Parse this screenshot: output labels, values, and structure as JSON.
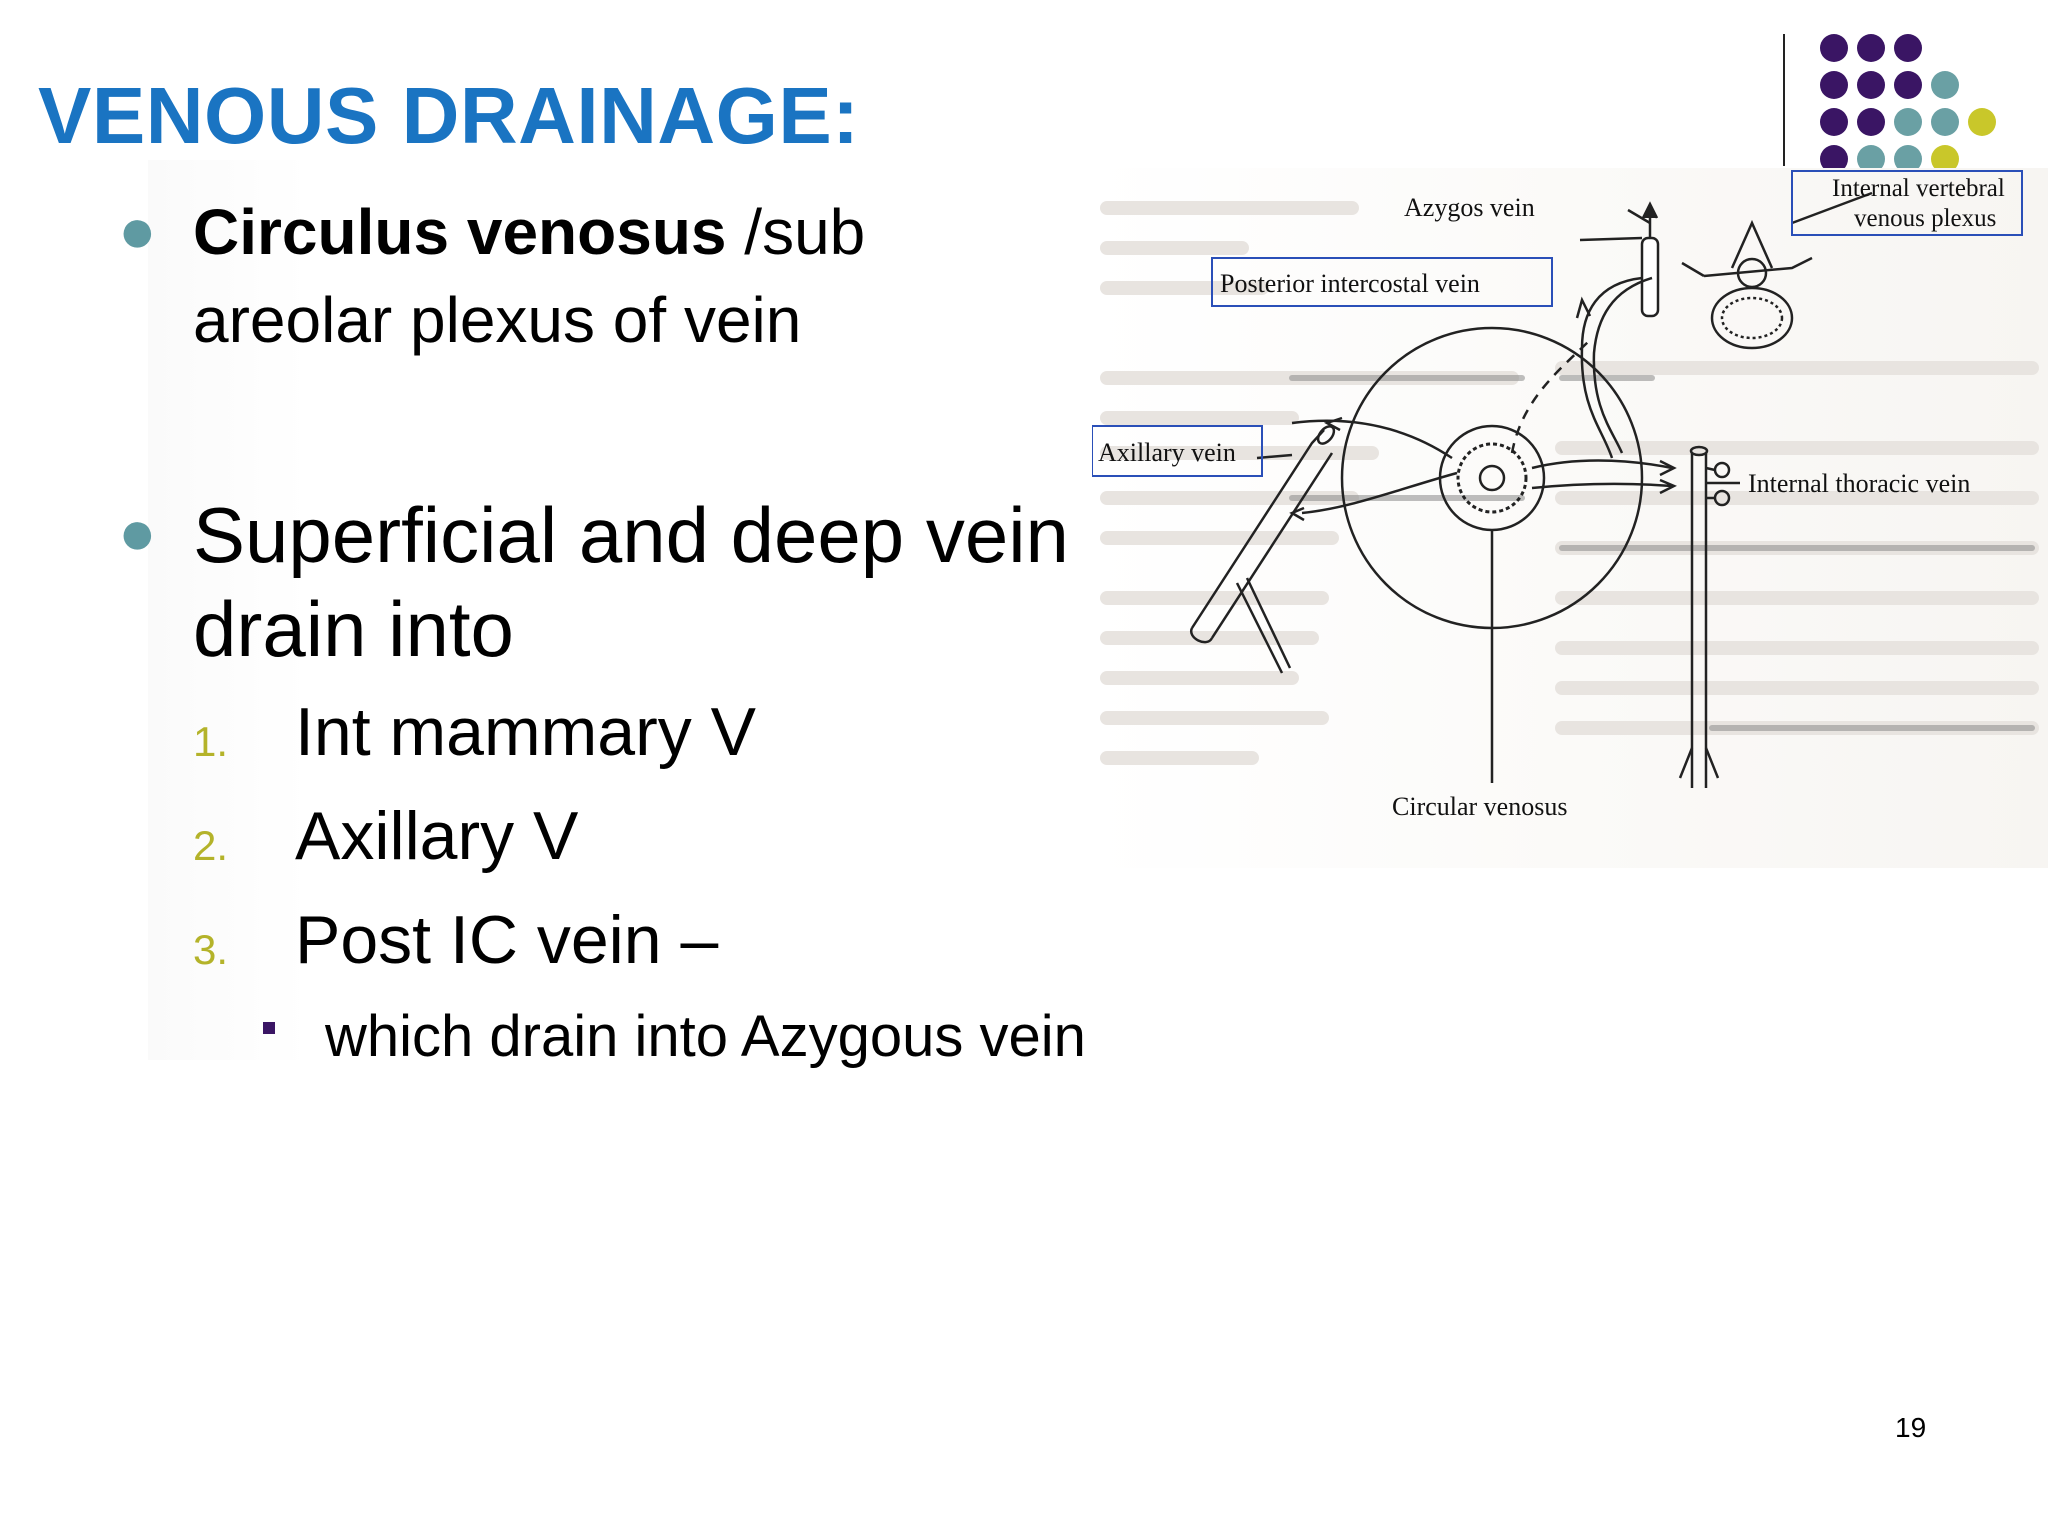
{
  "slide": {
    "title": "VENOUS DRAINAGE:",
    "bullets": [
      {
        "bold": "Circulus venosus",
        "rest": " /sub areolar plexus of vein"
      },
      {
        "text": "Superficial and deep vein drain into"
      }
    ],
    "numbered": [
      {
        "n": "1.",
        "text": "Int mammary V"
      },
      {
        "n": "2.",
        "text": "Axillary V"
      },
      {
        "n": "3.",
        "text": "Post IC vein –"
      }
    ],
    "sub_bullet": "which drain into Azygous vein",
    "page_number": "19"
  },
  "figure": {
    "labels": {
      "azygos": "Azygos  vein",
      "internal_vertebral_1": "Internal vertebral",
      "internal_vertebral_2": "venous plexus",
      "posterior_intercostal": "Posterior intercostal vein",
      "axillary": "Axillary vein",
      "internal_thoracic": "Internal thoracic vein",
      "circular_venosus": "Circular venosus"
    }
  },
  "colors": {
    "title": "#1a74c2",
    "bullet": "#5f9aa2",
    "number": "#b4b32a",
    "sub_bullet": "#3a1564",
    "dot_purple": "#3a1564",
    "dot_teal": "#6aa0a4",
    "dot_yellow": "#c9c72a",
    "box_outline": "#2a4fb8"
  }
}
